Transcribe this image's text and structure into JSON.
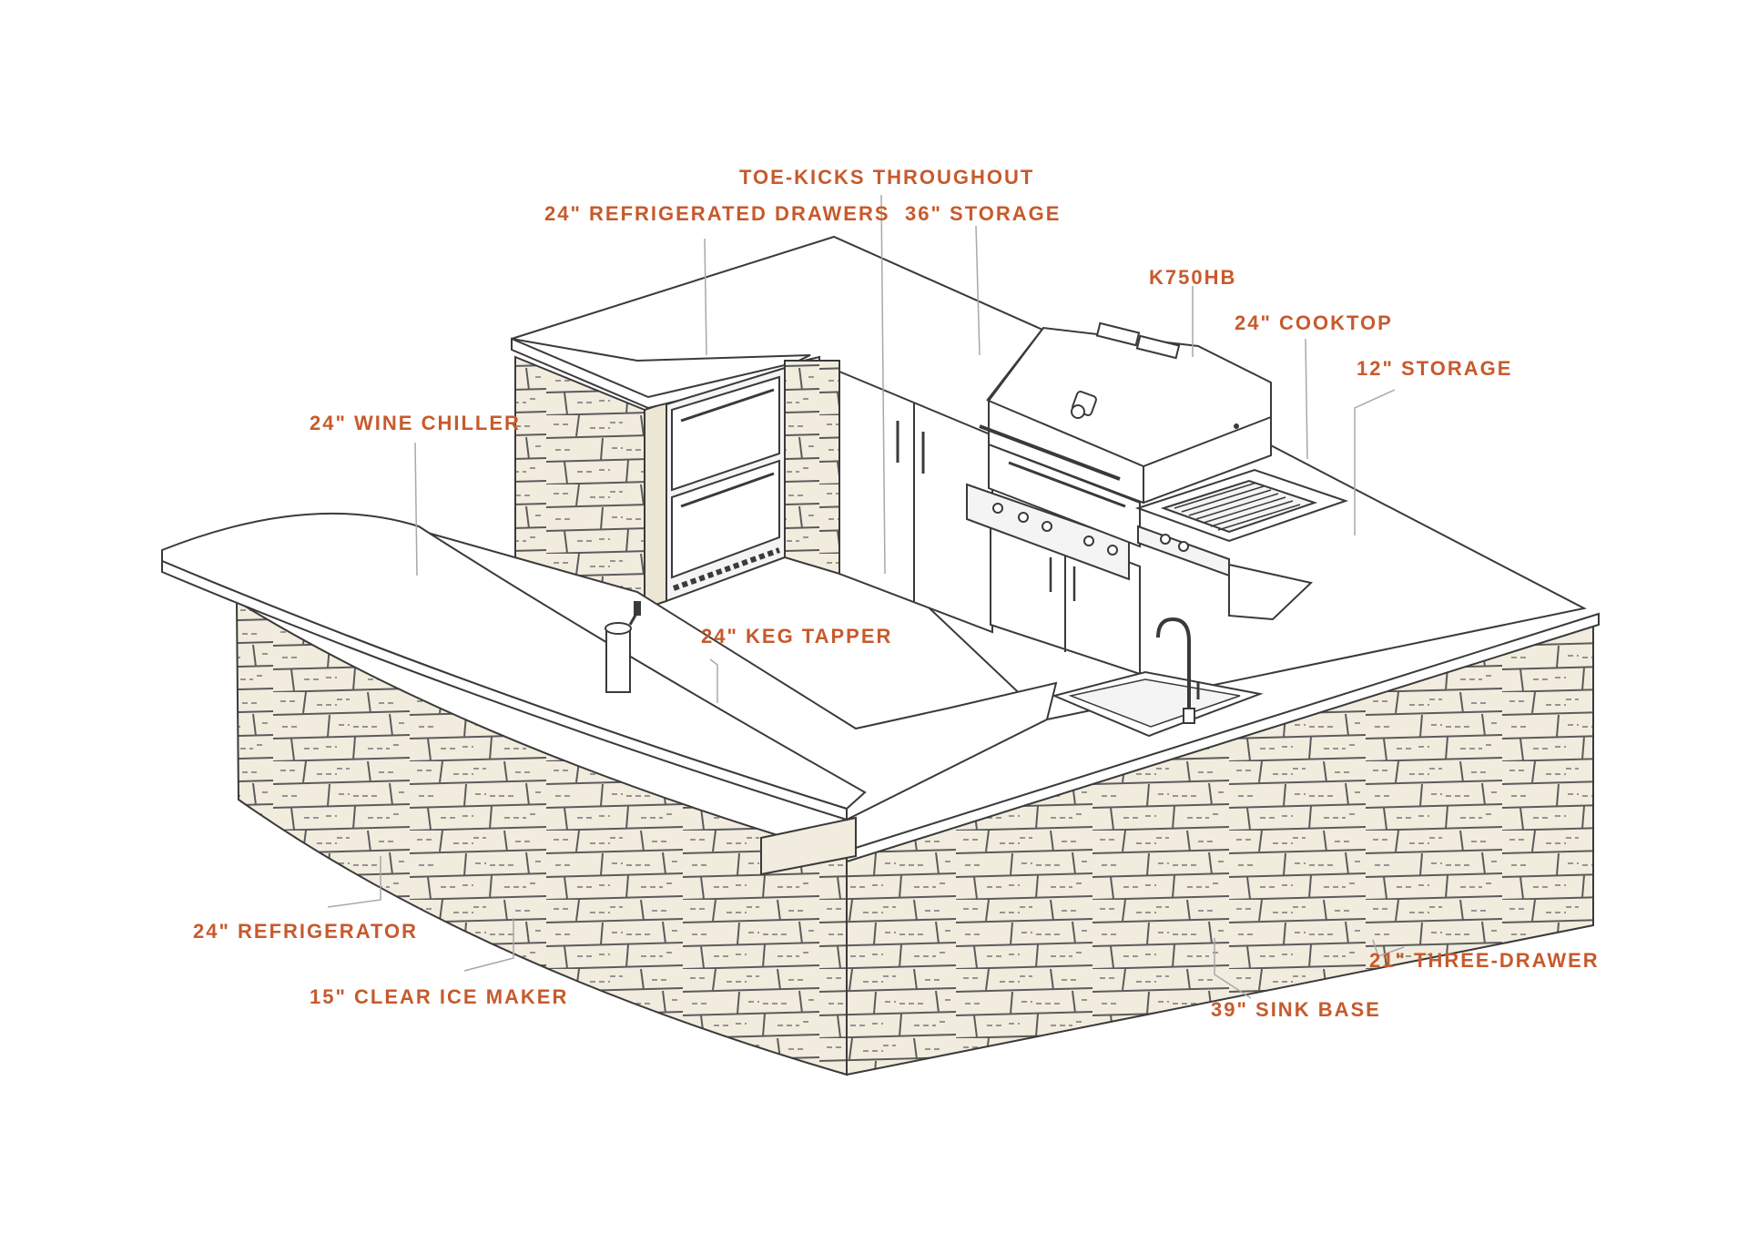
{
  "colors": {
    "label": "#c75a2c",
    "stone_fill": "#f1ecde",
    "stone_line": "#5b5b5b",
    "line": "#3a3a3a",
    "leader": "#a8a8a8",
    "counter": "#ffffff",
    "steel": "#f4f4f4"
  },
  "labels": {
    "toe_kicks": "TOE-KICKS THROUGHOUT",
    "refrigerated_drawers": "24\" REFRIGERATED DRAWERS",
    "storage_36": "36\" STORAGE",
    "grill_model": "K750HB",
    "cooktop": "24\" COOKTOP",
    "storage_12": "12\" STORAGE",
    "wine_chiller": "24\" WINE CHILLER",
    "keg_tapper": "24\" KEG TAPPER",
    "refrigerator": "24\" REFRIGERATOR",
    "ice_maker": "15\" CLEAR ICE MAKER",
    "sink_base": "39\" SINK BASE",
    "three_drawer": "21\" THREE-DRAWER"
  },
  "icons": {
    "sink": "sink-icon",
    "faucet": "faucet-icon",
    "grill": "grill-icon",
    "cooktop": "cooktop-icon",
    "keg_tap": "keg-tap-icon",
    "refrigerated_drawers": "drawer-unit-icon"
  }
}
